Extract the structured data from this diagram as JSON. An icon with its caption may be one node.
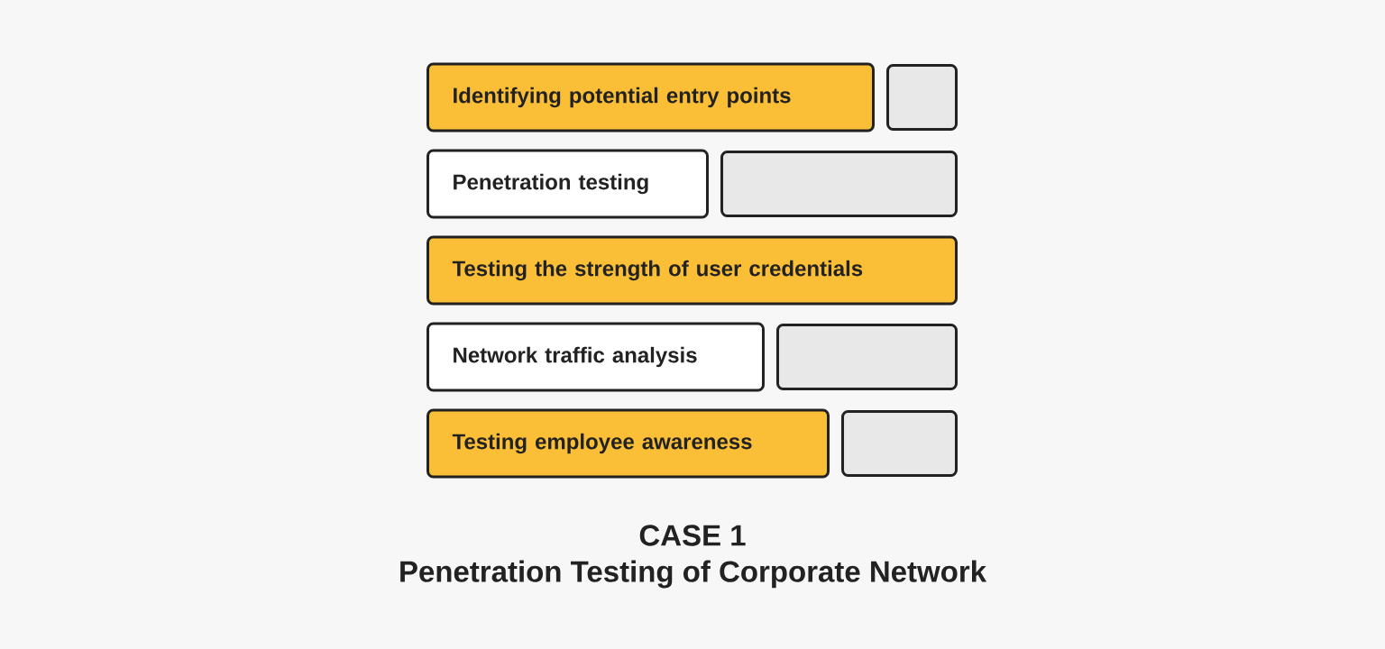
{
  "diagram": {
    "nodes": [
      {
        "text": [
          "Identifying potential entry points"
        ]
      },
      {
        "text": [],
        "shape": "box"
      },
      {
        "text": [
          "Penetration testing"
        ]
      },
      {
        "text": [],
        "shape": "box"
      },
      {
        "text": [
          "Testing the strength of user credentials"
        ]
      },
      {
        "text": [
          "Network traffic analysis"
        ]
      },
      {
        "text": [],
        "shape": "box"
      },
      {
        "text": [
          "Testing employee awareness"
        ]
      },
      {
        "text": [],
        "shape": "box"
      }
    ],
    "labels": [
      "CASE 1",
      "Penetration Testing of Corporate Network"
    ]
  }
}
